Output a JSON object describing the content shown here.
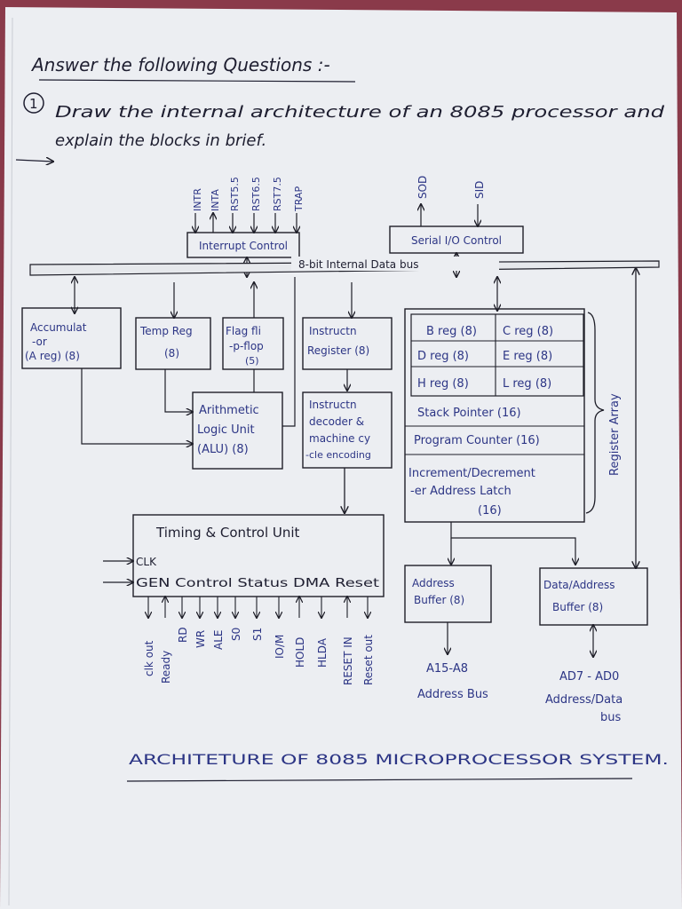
{
  "heading": "Answer the following Questions :-",
  "question": {
    "number": "1",
    "line1": "Draw the internal architecture of an 8085 processor and",
    "line2": "explain the blocks in brief."
  },
  "interrupt": {
    "box": "Interrupt Control",
    "inputs": [
      "INTR",
      "INTA",
      "RST5.5",
      "RST6.5",
      "RST7.5",
      "TRAP"
    ]
  },
  "serial": {
    "box": "Serial I/O Control",
    "out": "SOD",
    "in": "SID"
  },
  "bus_label": "8-bit Internal Data bus",
  "blocks": {
    "acc_l1": "Accumulat",
    "acc_l2": "-or",
    "acc_l3": "(A reg) (8)",
    "temp_l1": "Temp Reg",
    "temp_l2": "(8)",
    "flag_l1": "Flag fli",
    "flag_l2": "-p-flop",
    "flag_l3": "(5)",
    "ir_l1": "Instructn",
    "ir_l2": "Register (8)",
    "alu_l1": "Arithmetic",
    "alu_l2": "Logic Unit",
    "alu_l3": "(ALU) (8)",
    "dec_l1": "Instructn",
    "dec_l2": "decoder &",
    "dec_l3": "machine cy",
    "dec_l4": "-cle encoding"
  },
  "registers": {
    "b": "B reg (8)",
    "c": "C reg (8)",
    "d": "D reg (8)",
    "e": "E reg (8)",
    "h": "H reg (8)",
    "l": "L reg (8)",
    "sp": "Stack Pointer (16)",
    "pc": "Program Counter (16)",
    "inc_l1": "Increment/Decrement",
    "inc_l2": "-er Address Latch",
    "inc_l3": "(16)",
    "array_label": "Register Array"
  },
  "timing": {
    "title": "Timing & Control Unit",
    "clk": "CLK",
    "row": "GEN Control Status DMA Reset",
    "signals": [
      "clk out",
      "Ready",
      "RD",
      "WR",
      "ALE",
      "S0",
      "S1",
      "IO/M",
      "HOLD",
      "HLDA",
      "RESET IN",
      "Reset out"
    ]
  },
  "addr_buffer": {
    "l1": "Address",
    "l2": "Buffer (8)",
    "out1": "A15-A8",
    "out2": "Address Bus"
  },
  "data_buffer": {
    "l1": "Data/Address",
    "l2": "Buffer (8)",
    "out1": "AD7 - AD0",
    "out2": "Address/Data",
    "out3": "bus"
  },
  "footer": "ARCHITETURE OF 8085 MICROPROCESSOR SYSTEM."
}
